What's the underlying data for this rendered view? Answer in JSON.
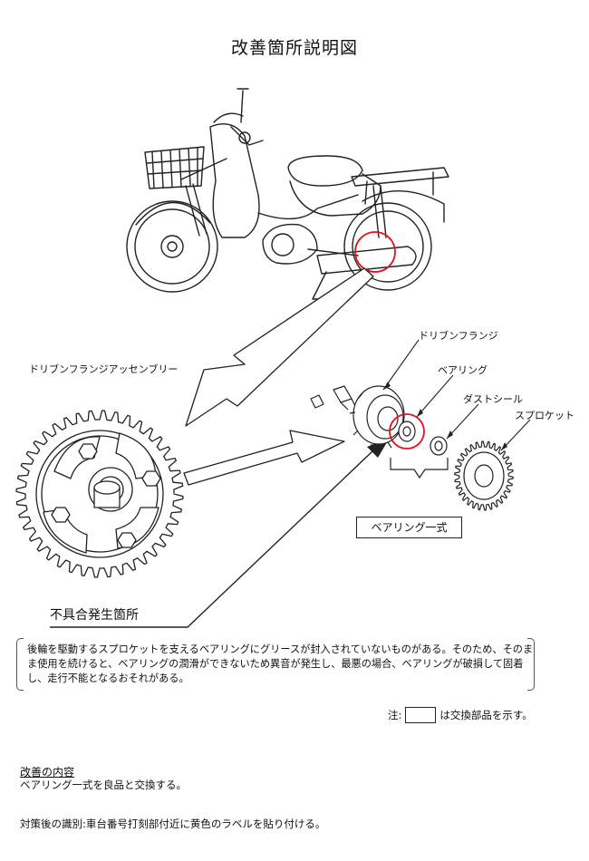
{
  "title": "改善箇所説明図",
  "labels": {
    "assembly": "ドリブンフランジアッセンブリー",
    "flange": "ドリブンフランジ",
    "bearing": "ベアリング",
    "dust_seal": "ダストシール",
    "sprocket": "スプロケット",
    "bearing_set": "ベアリング一式",
    "defect_location": "不具合発生箇所"
  },
  "description": "後輪を駆動するスプロケットを支えるベアリングにグリースが封入されていないものがある。そのため、そのまま使用を続けると、ベアリングの潤滑ができないため異音が発生し、最悪の場合、ベアリングが破損して固着し、走行不能となるおそれがある。",
  "note": {
    "prefix": "注:",
    "suffix": "は交換部品を示す。"
  },
  "improvement": {
    "heading": "改善の内容",
    "body": "ベアリング一式を良品と交換する。"
  },
  "identification": "対策後の識別:車台番号打刻部付近に黄色のラベルを貼り付ける。",
  "colors": {
    "line": "#222222",
    "highlight": "#e0141e"
  }
}
